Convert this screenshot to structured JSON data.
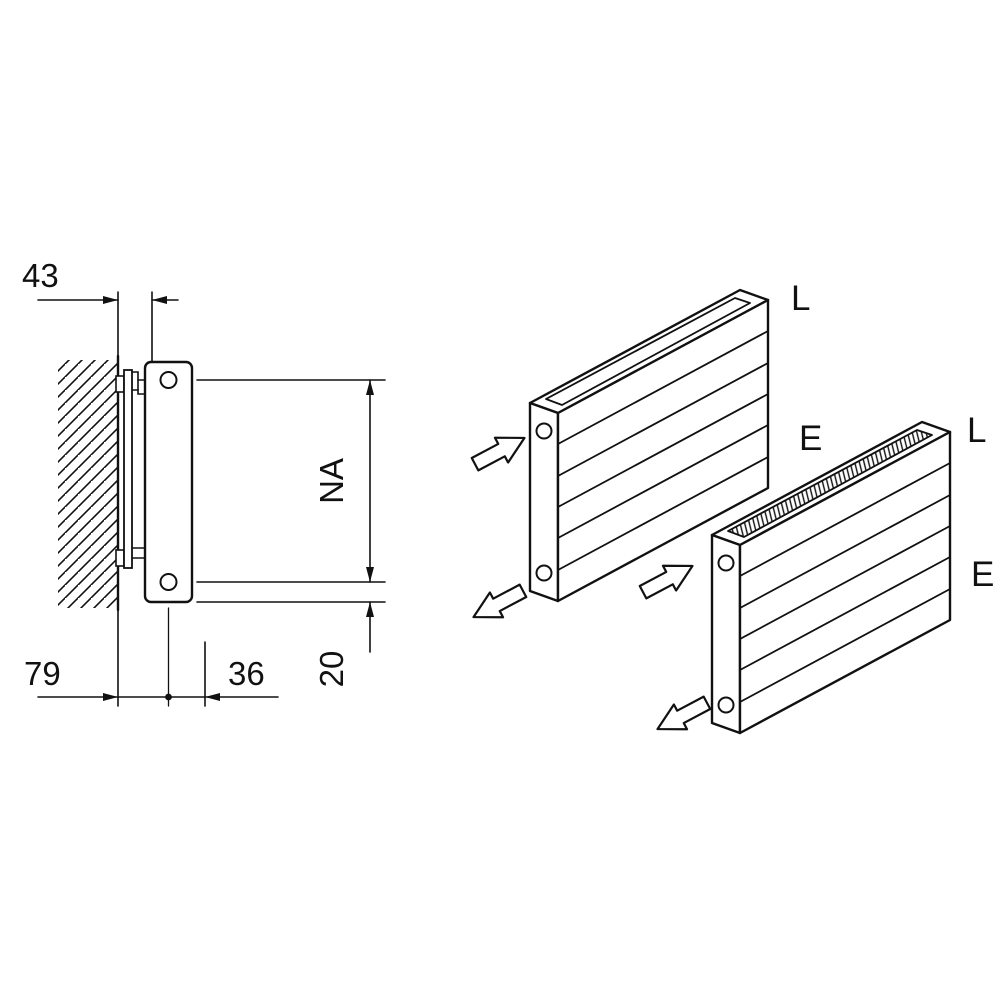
{
  "side_view": {
    "dim_top": "43",
    "dim_bottom_left": "79",
    "dim_bottom_right": "36",
    "dim_vertical_small": "20",
    "dim_vertical_large": "NA"
  },
  "isometric": {
    "radiator_open": {
      "label_l": "L",
      "label_e": "E"
    },
    "radiator_grille": {
      "label_l": "L",
      "label_e": "E"
    }
  },
  "colors": {
    "line": "#111111",
    "background": "#ffffff"
  }
}
